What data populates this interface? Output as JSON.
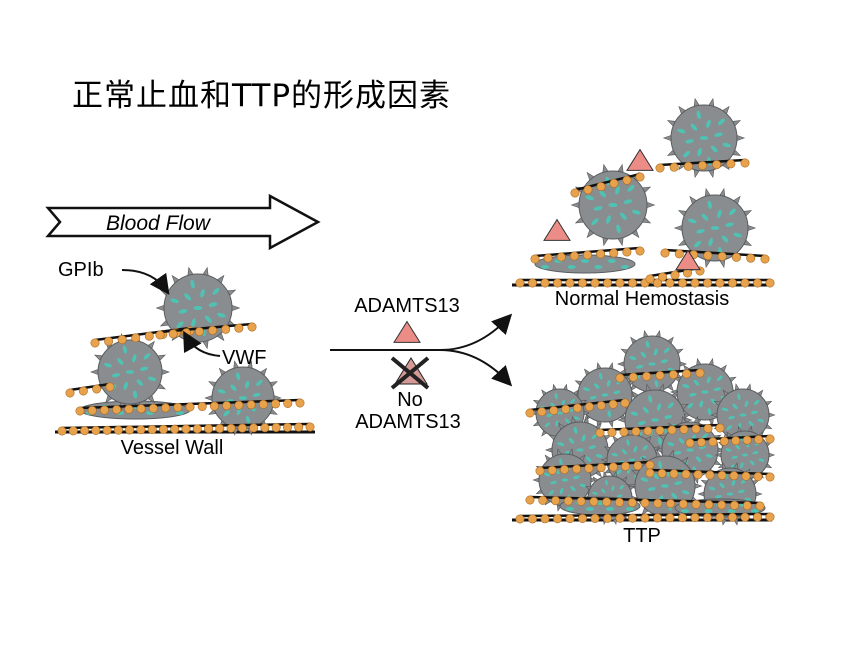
{
  "page": {
    "title": "正常止血和TTP的形成因素"
  },
  "diagram": {
    "blood_flow_label": "Blood Flow",
    "gpib_label": "GPIb",
    "vwf_label": "VWF",
    "vessel_wall_label": "Vessel Wall",
    "enzyme_label": "ADAMTS13",
    "no_label": "No",
    "no_enzyme_label": "ADAMTS13",
    "outcome_normal": "Normal Hemostasis",
    "outcome_ttp": "TTP"
  },
  "colors": {
    "platelet_fill": "#8a8d8f",
    "granule": "#4fc2b4",
    "vwf_bead": "#e8a24c",
    "adamts13_fill": "#ec8c86",
    "line": "#111111"
  }
}
